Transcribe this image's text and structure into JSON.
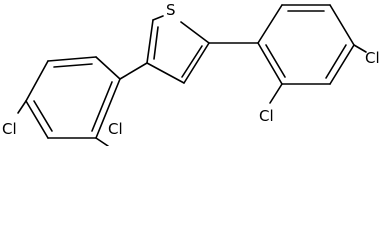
{
  "atoms": {
    "sulfur": "S",
    "chlorine_left_para": "Cl",
    "chlorine_left_ortho": "Cl",
    "chlorine_right_ortho": "Cl",
    "chlorine_right_para": "Cl"
  }
}
